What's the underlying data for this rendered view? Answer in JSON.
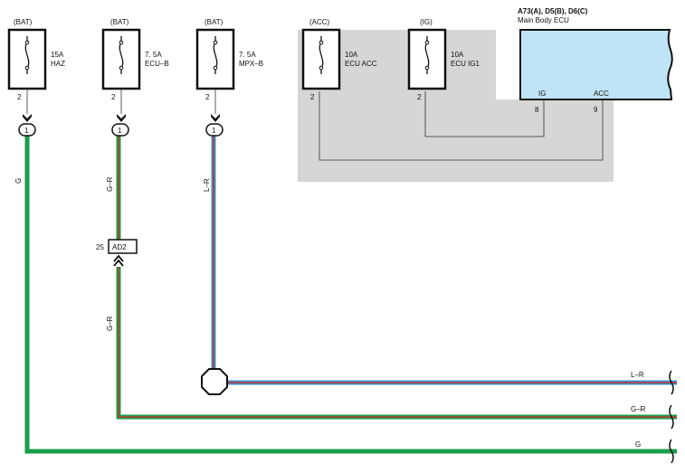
{
  "fuses": [
    {
      "source": "(BAT)",
      "rating": "15A",
      "name": "HAZ",
      "pin": "2"
    },
    {
      "source": "(BAT)",
      "rating": "7. 5A",
      "name": "ECU–B",
      "pin": "2"
    },
    {
      "source": "(BAT)",
      "rating": "7. 5A",
      "name": "MPX–B",
      "pin": "2"
    },
    {
      "source": "(ACC)",
      "rating": "10A",
      "name": "ECU ACC",
      "pin": "2"
    },
    {
      "source": "(IG)",
      "rating": "10A",
      "name": "ECU IG1",
      "pin": "2"
    }
  ],
  "ecu": {
    "part": "A73(A), D5(B), D6(C)",
    "name": "Main Body ECU",
    "pins": [
      {
        "label": "IG",
        "number": "8"
      },
      {
        "label": "ACC",
        "number": "9"
      }
    ]
  },
  "junctions": [
    "1",
    "1",
    "1"
  ],
  "connector": {
    "id": "AD2",
    "pin": "25"
  },
  "wires": {
    "w1": "G",
    "w2_upper": "G–R",
    "w2_lower": "G–R",
    "w3": "L–R",
    "right_top": "L–R",
    "right_mid": "G–R",
    "right_bottom": "G"
  },
  "colors": {
    "green": "#1a9d4c",
    "red": "#c0392b",
    "blue": "#3d8fd1",
    "ecu_fill": "#bfe4f5",
    "shade": "#d6d6d6"
  }
}
